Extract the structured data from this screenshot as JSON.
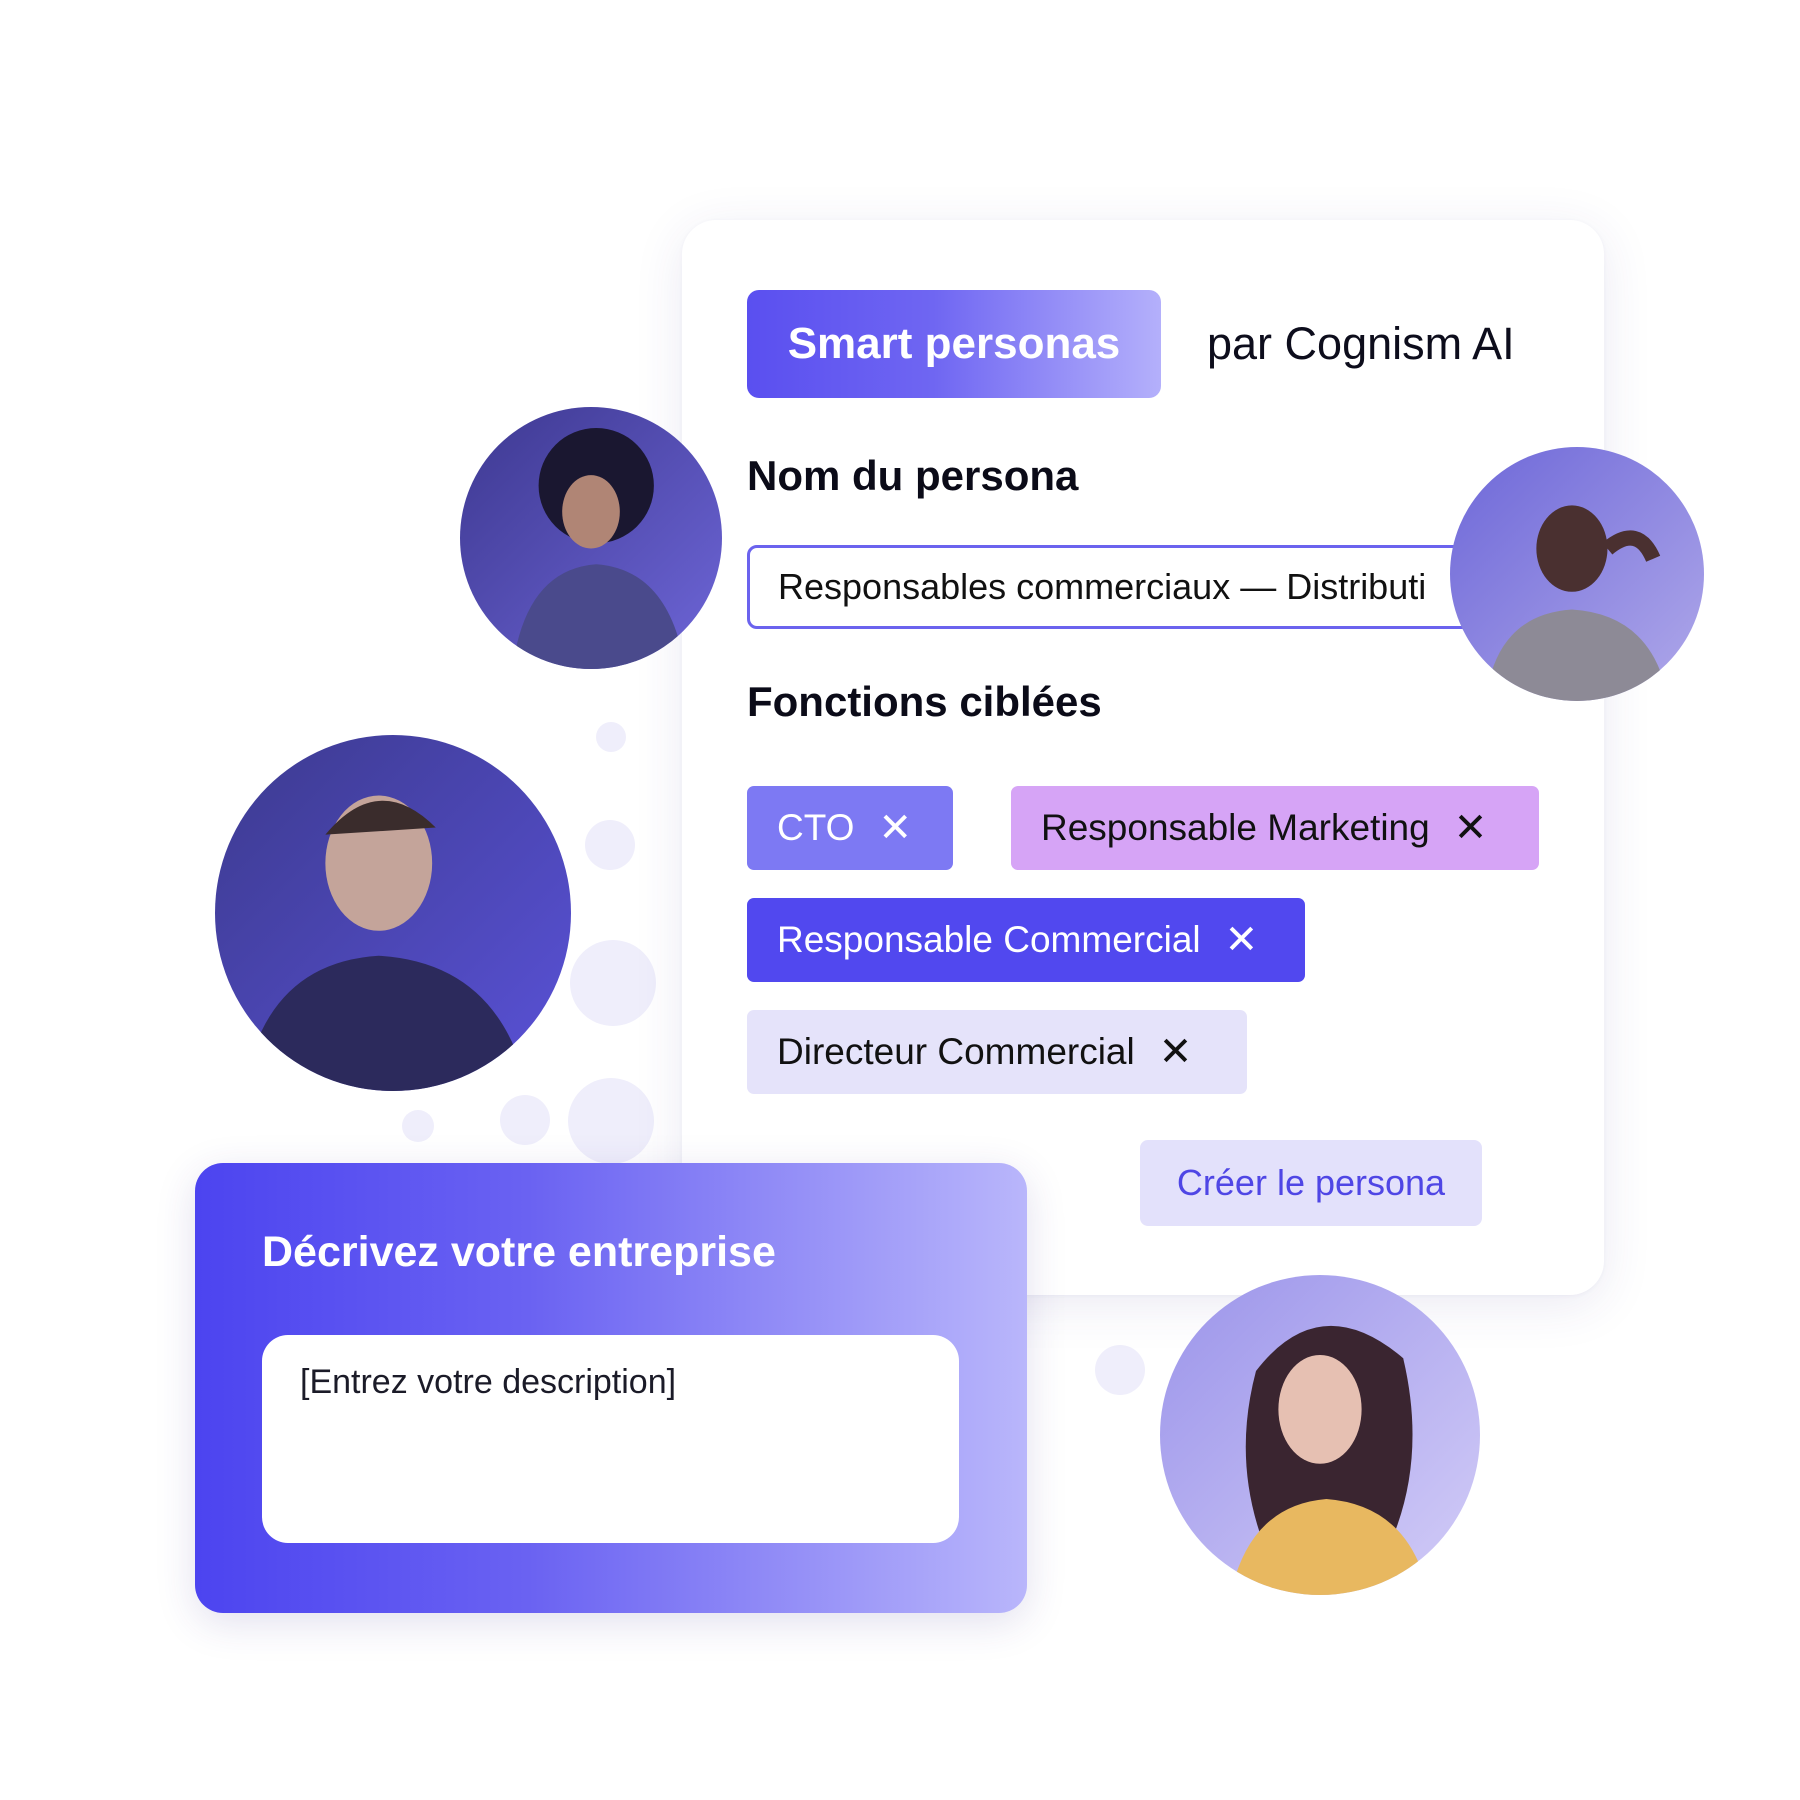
{
  "brand": {
    "pill_label": "Smart personas",
    "by_label": "par Cognism AI"
  },
  "persona_name": {
    "label": "Nom du persona",
    "value": "Responsables commerciaux — Distributi"
  },
  "functions": {
    "label": "Fonctions ciblées",
    "tags": [
      {
        "label": "CTO",
        "color": "#7d79f3"
      },
      {
        "label": "Responsable Marketing",
        "color": "#d6a4f6"
      },
      {
        "label": "Responsable Commercial",
        "color": "#5148ef"
      },
      {
        "label": "Directeur Commercial",
        "color": "#e5e3fa"
      }
    ],
    "remove_glyph": "✕"
  },
  "create_button": {
    "label": "Créer le persona"
  },
  "describe": {
    "title": "Décrivez votre entreprise",
    "placeholder": "[Entrez votre description]"
  },
  "colors": {
    "accent": "#5148ef",
    "accent_light": "#e3e1fb"
  }
}
